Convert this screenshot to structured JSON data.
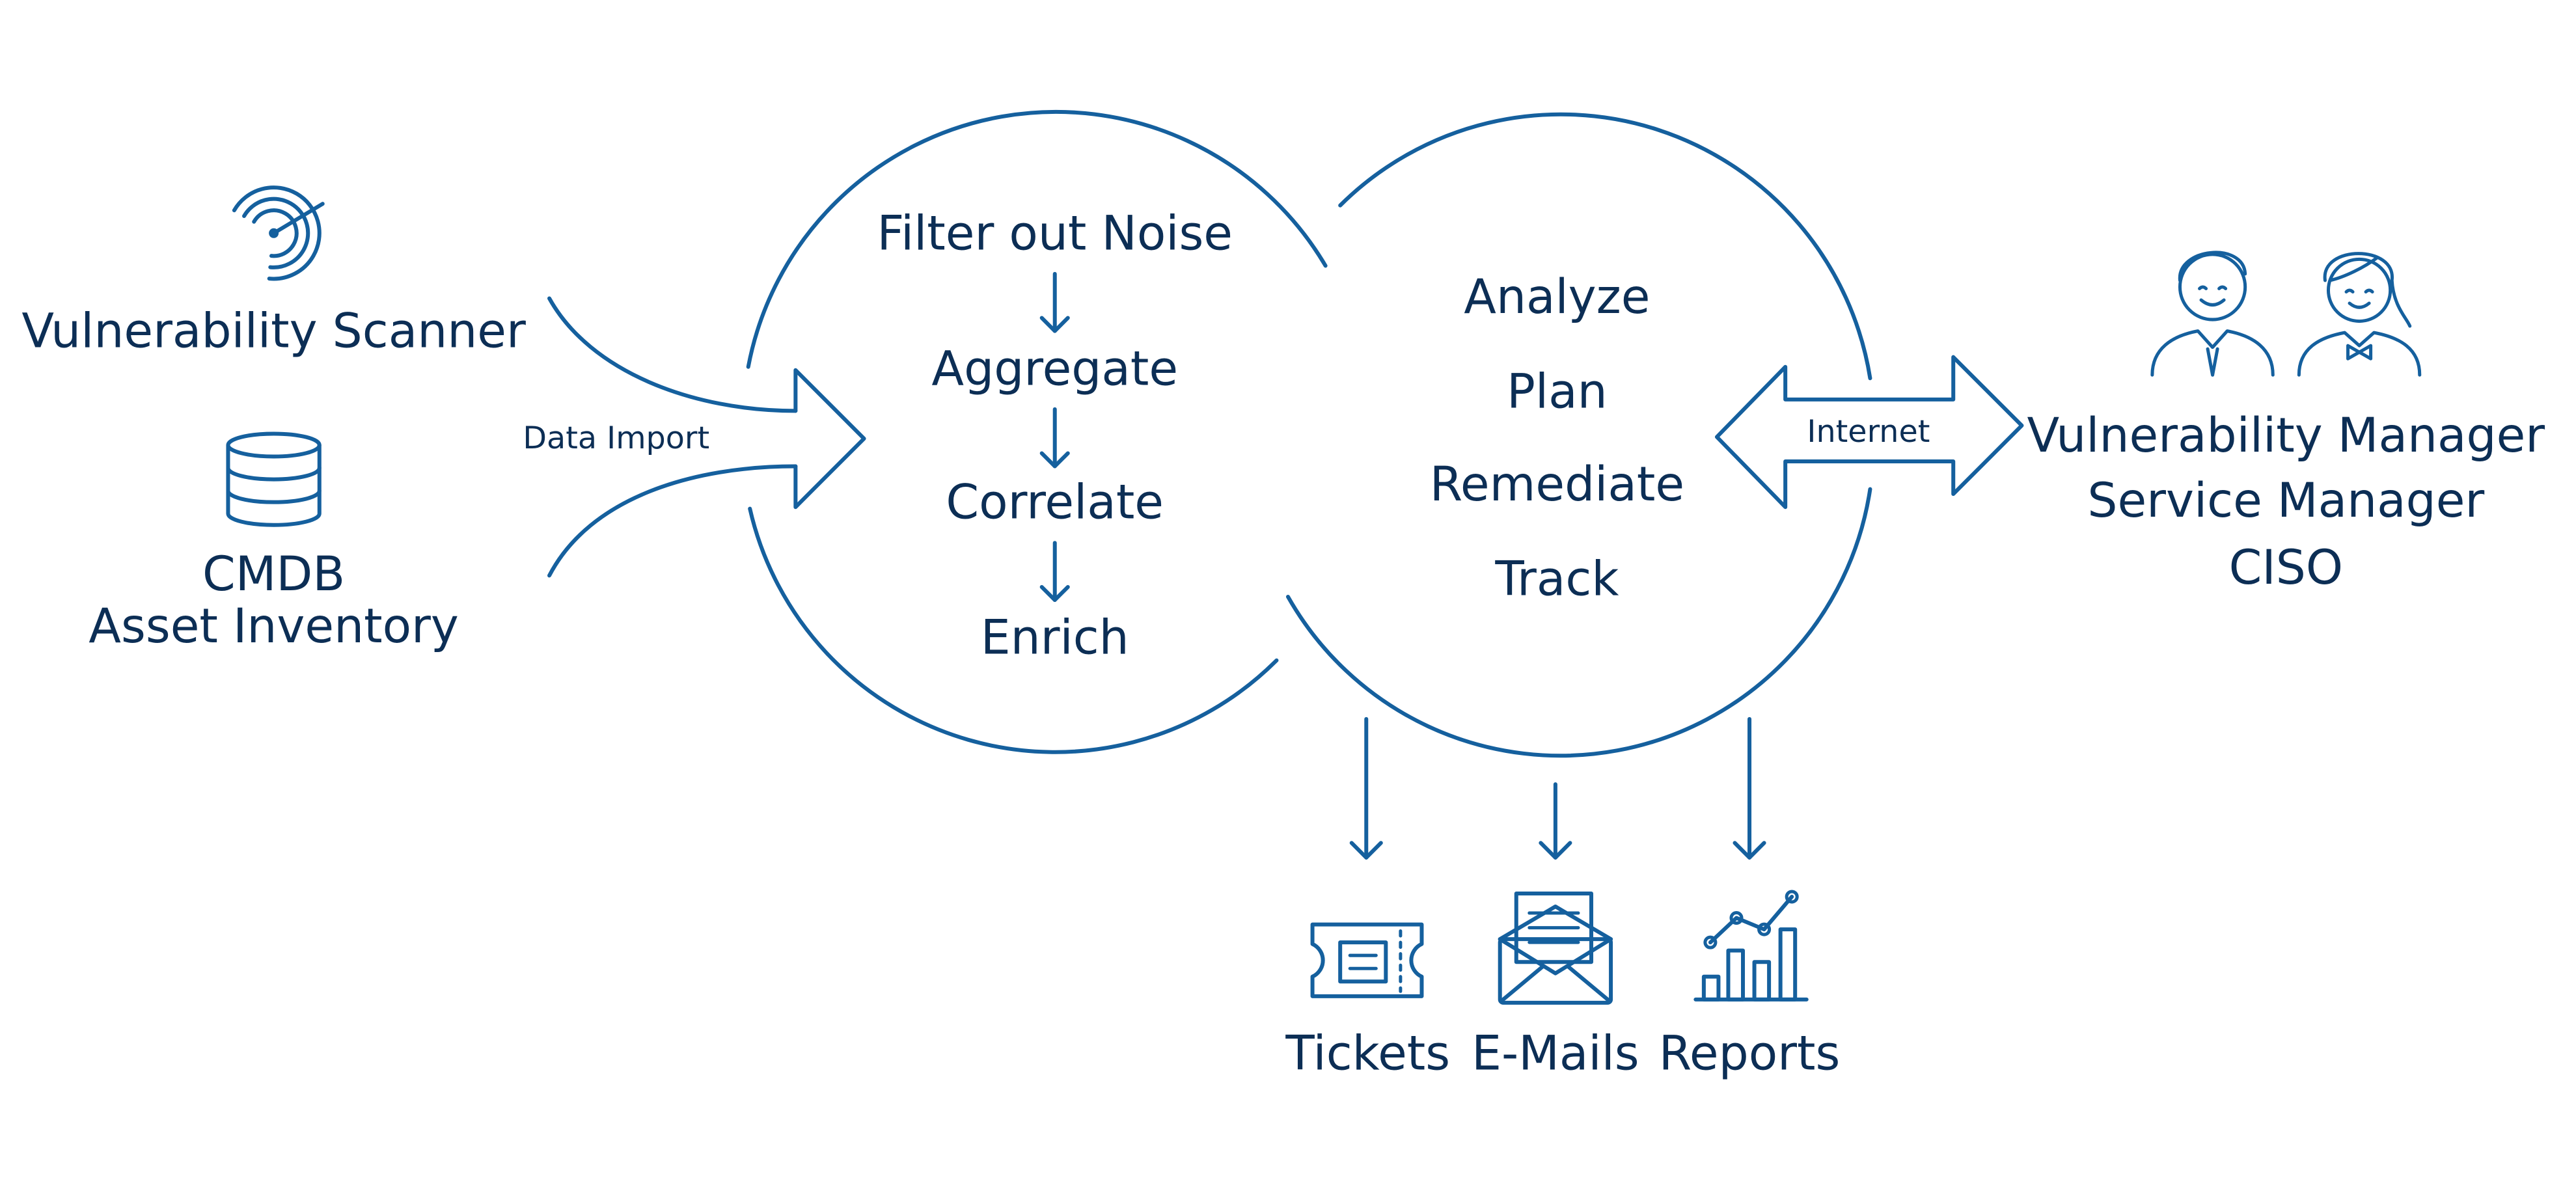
{
  "colors": {
    "line": "#15609e",
    "text": "#0c2e55",
    "background": "#ffffff"
  },
  "sources": {
    "scanner_label": "Vulnerability Scanner",
    "cmdb_line1": "CMDB",
    "cmdb_line2": "Asset Inventory",
    "scanner_icon": "radar-icon",
    "cmdb_icon": "database-icon"
  },
  "import_label": "Data Import",
  "processing": {
    "steps": [
      "Filter out Noise",
      "Aggregate",
      "Correlate",
      "Enrich"
    ]
  },
  "management": {
    "steps": [
      "Analyze",
      "Plan",
      "Remediate",
      "Track"
    ]
  },
  "internet_label": "Internet",
  "stakeholders": {
    "roles": [
      "Vulnerability Manager",
      "Service Manager",
      "CISO"
    ],
    "icons": [
      "man-avatar-icon",
      "woman-avatar-icon"
    ]
  },
  "outputs": [
    {
      "label": "Tickets",
      "icon": "ticket-icon"
    },
    {
      "label": "E-Mails",
      "icon": "email-icon"
    },
    {
      "label": "Reports",
      "icon": "report-chart-icon"
    }
  ]
}
